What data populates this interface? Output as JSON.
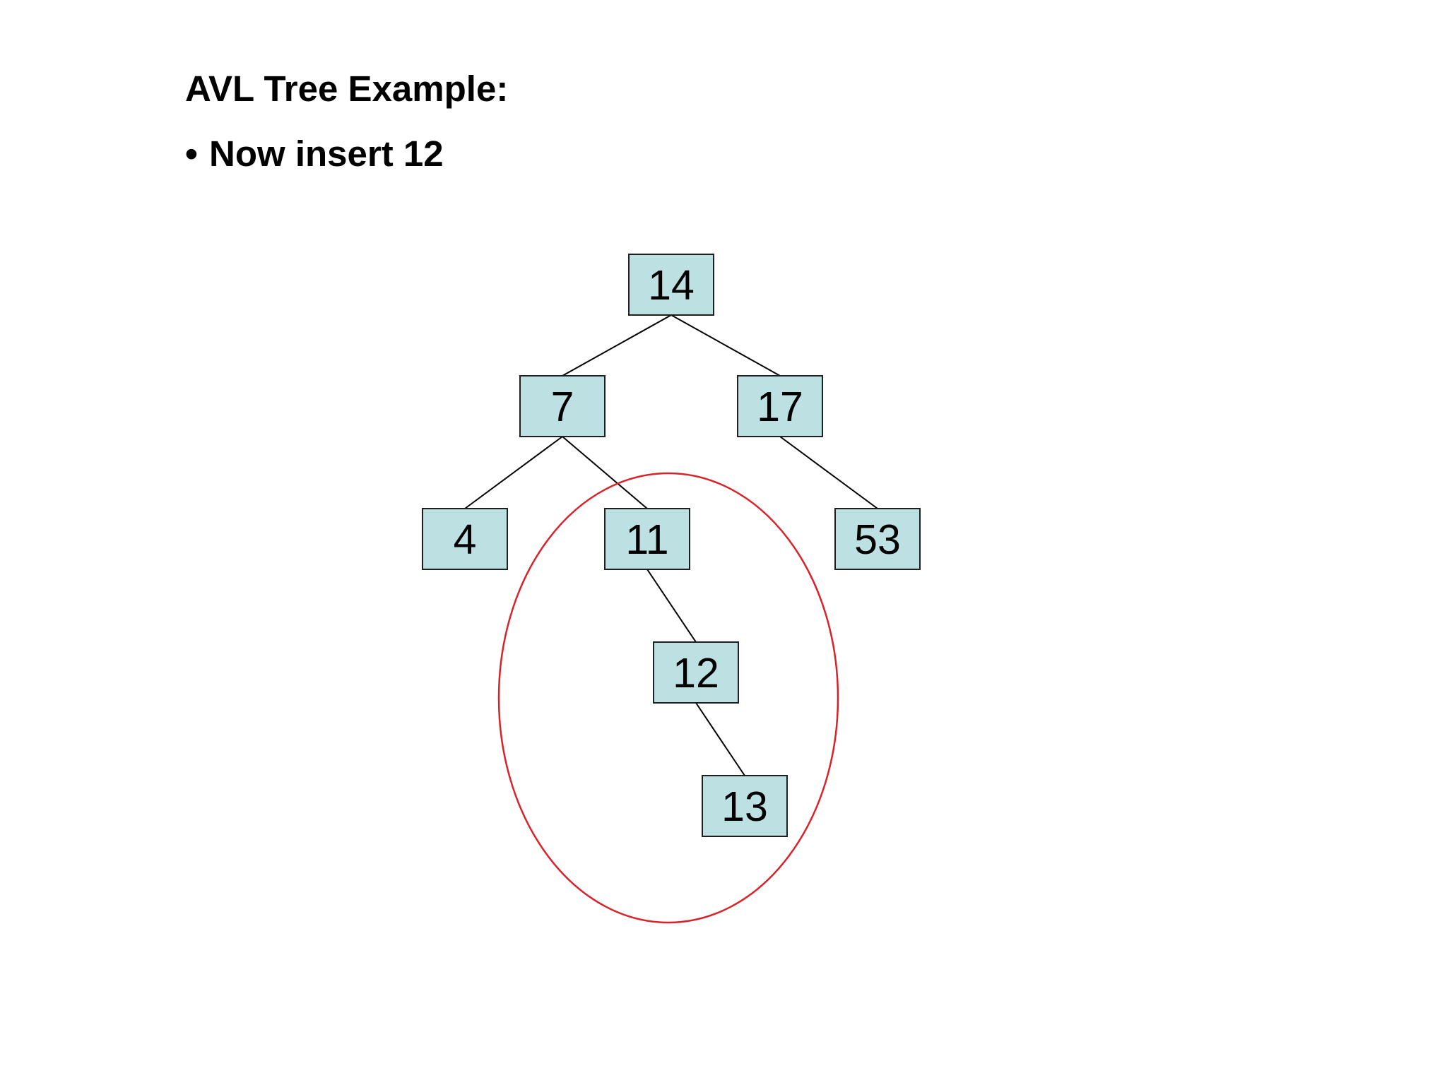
{
  "slide": {
    "title": "AVL Tree Example:",
    "bullet_marker": "•",
    "bullet_text": "Now insert 12"
  },
  "tree": {
    "nodes": [
      {
        "id": "n14",
        "label": "14"
      },
      {
        "id": "n7",
        "label": "7"
      },
      {
        "id": "n17",
        "label": "17"
      },
      {
        "id": "n4",
        "label": "4"
      },
      {
        "id": "n11",
        "label": "11"
      },
      {
        "id": "n53",
        "label": "53"
      },
      {
        "id": "n12",
        "label": "12"
      },
      {
        "id": "n13",
        "label": "13"
      }
    ],
    "edges": [
      {
        "from": "n14",
        "to": "n7"
      },
      {
        "from": "n14",
        "to": "n17"
      },
      {
        "from": "n7",
        "to": "n4"
      },
      {
        "from": "n7",
        "to": "n11"
      },
      {
        "from": "n17",
        "to": "n53"
      },
      {
        "from": "n11",
        "to": "n12"
      },
      {
        "from": "n12",
        "to": "n13"
      }
    ],
    "highlighted_subtree_root": "n11"
  },
  "colors": {
    "node_fill": "#bde0e3",
    "node_border": "#1f1f1f",
    "edge": "#000000",
    "highlight": "#d9232a"
  }
}
